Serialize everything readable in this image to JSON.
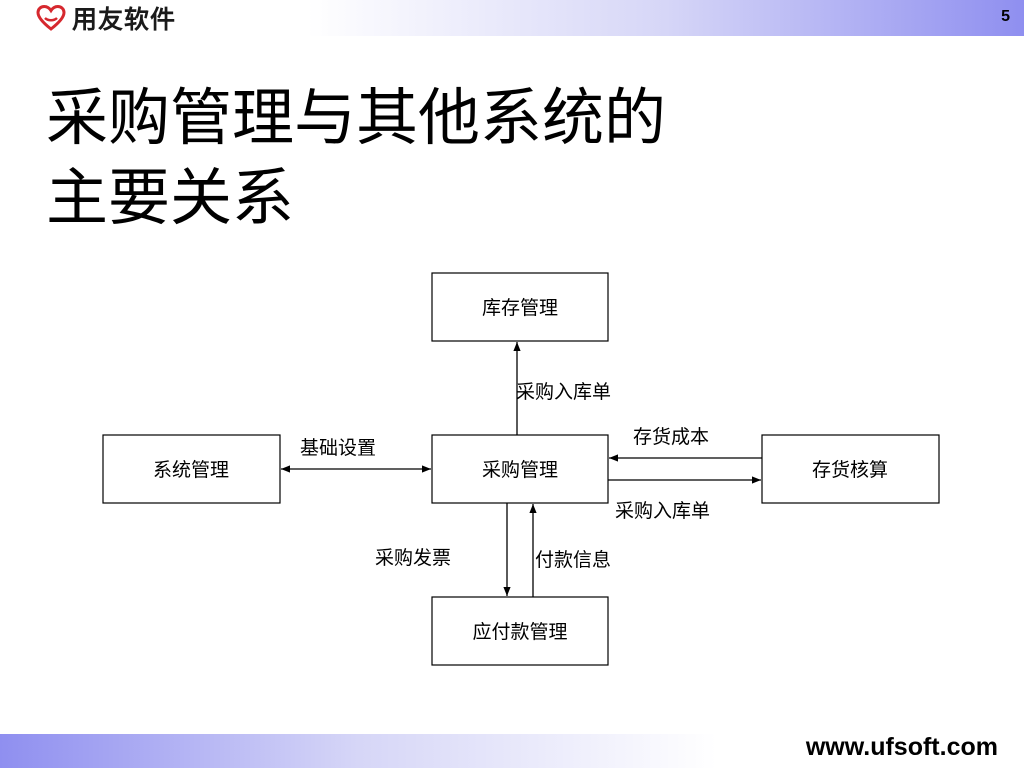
{
  "header": {
    "brand": "用友软件",
    "page_number": "5"
  },
  "title": {
    "line1": "采购管理与其他系统的",
    "line2": "主要关系"
  },
  "diagram": {
    "nodes": {
      "inventory": "库存管理",
      "system": "系统管理",
      "purchase": "采购管理",
      "costing": "存货核算",
      "payable": "应付款管理"
    },
    "edge_labels": {
      "purchase_to_inventory": "采购入库单",
      "basic_settings": "基础设置",
      "inventory_cost": "存货成本",
      "purchase_to_costing": "采购入库单",
      "purchase_invoice": "采购发票",
      "payment_info": "付款信息"
    }
  },
  "footer": {
    "url": "www.ufsoft.com"
  },
  "colors": {
    "header_gradient_end": "#8f8ff0",
    "logo_red": "#d6282e"
  }
}
